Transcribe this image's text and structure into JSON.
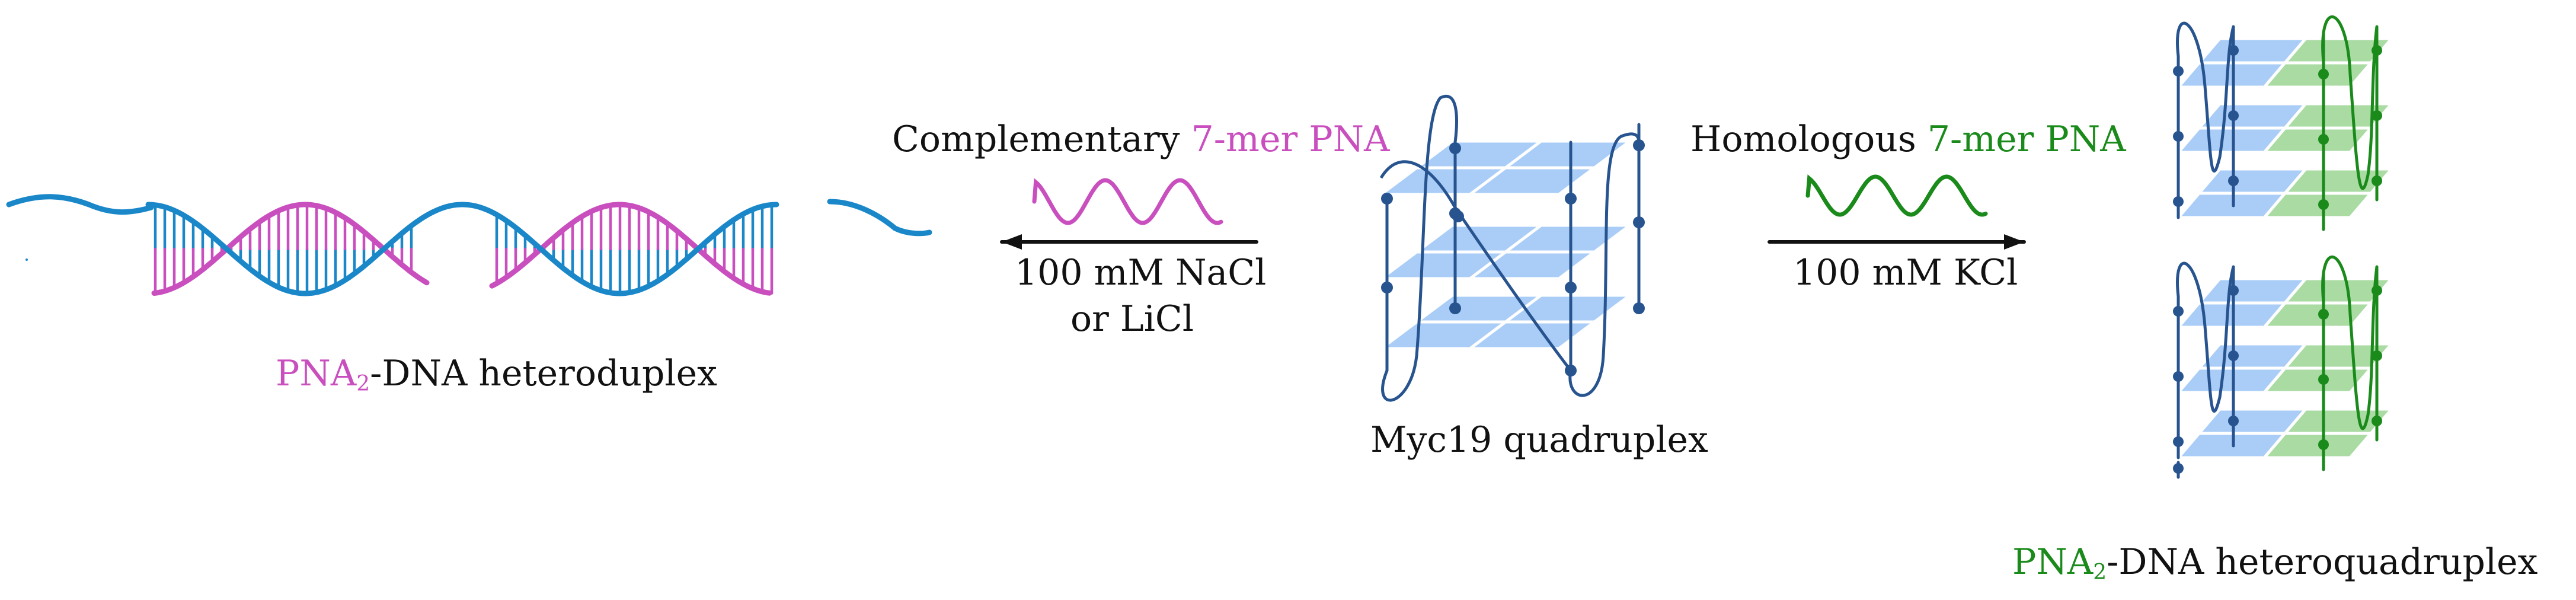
{
  "colors": {
    "dna": "#1a87c9",
    "pna_complementary": "#c94fbf",
    "pna_homologous": "#1a8a1a",
    "quadruplex_strand": "#27538f",
    "quadruplex_plate": "#a9cdf7",
    "pna_plate": "#a9dba3"
  },
  "left_product": {
    "label_prefix": "PNA",
    "label_sub": "2",
    "label_suffix": "-DNA heteroduplex"
  },
  "left_arrow": {
    "above_black": "Complementary ",
    "above_colored": "7-mer PNA",
    "below_line1": "100 mM NaCl",
    "below_line2": "or LiCl"
  },
  "center": {
    "label": "Myc19 quadruplex"
  },
  "right_arrow": {
    "above_black": "Homologous ",
    "above_colored": "7-mer PNA",
    "below_line1": "100 mM KCl"
  },
  "right_product": {
    "label_prefix": "PNA",
    "label_sub": "2",
    "label_suffix": "-DNA heteroquadruplex"
  },
  "icons": [
    "dna-duplex-icon",
    "pna-strand-icon",
    "g-quadruplex-icon",
    "heteroquadruplex-icon"
  ]
}
